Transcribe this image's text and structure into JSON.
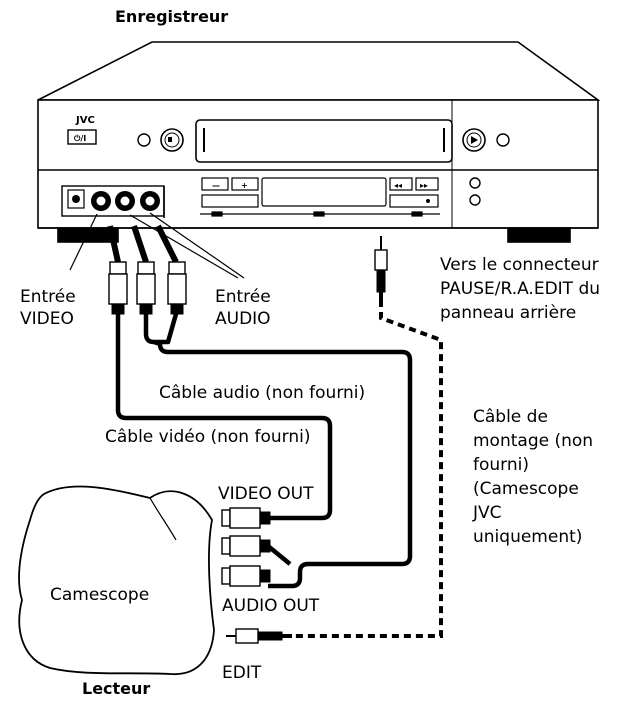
{
  "recorder": {
    "title": "Enregistreur",
    "brand": "JVC",
    "power_symbol": "⏻/I"
  },
  "player": {
    "title": "Lecteur",
    "device": "Camescope"
  },
  "labels": {
    "video_in_1": "Entrée",
    "video_in_2": "VIDEO",
    "audio_in_1": "Entrée",
    "audio_in_2": "AUDIO",
    "pause_1": "Vers le connecteur",
    "pause_2": "PAUSE/R.A.EDIT du",
    "pause_3": "panneau arrière",
    "audio_cable": "Câble audio (non fourni)",
    "video_cable": "Câble vidéo (non fourni)",
    "edit_cable": [
      "Câble de",
      "montage (non",
      "fourni)",
      "(Camescope",
      "JVC",
      "uniquement)"
    ],
    "video_out": "VIDEO OUT",
    "audio_out": "AUDIO OUT",
    "edit": "EDIT"
  }
}
